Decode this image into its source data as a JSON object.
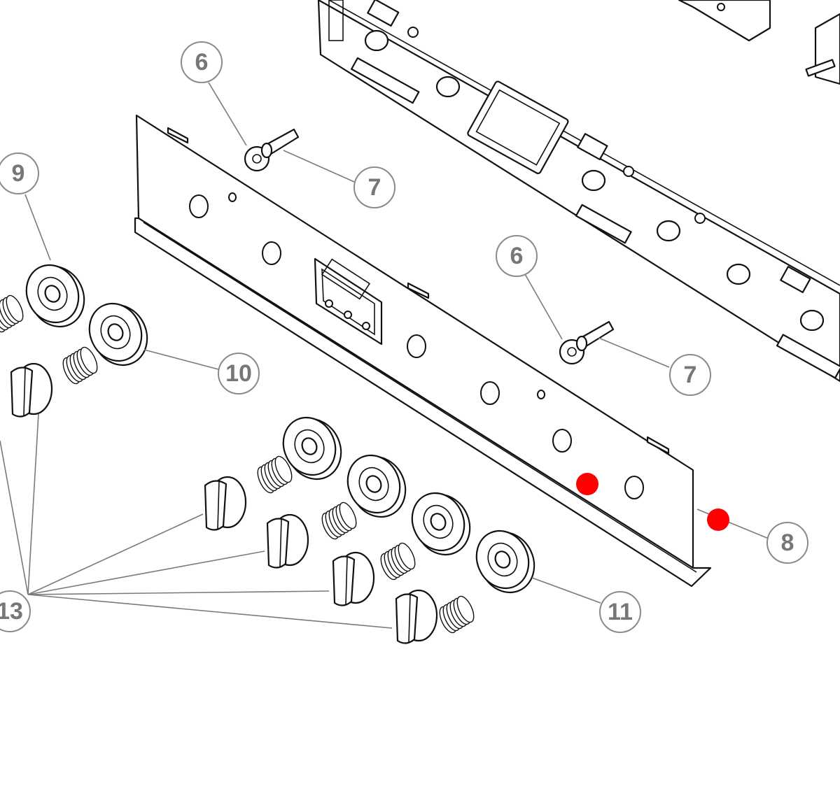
{
  "callouts": [
    {
      "id": "c6a",
      "label": "6"
    },
    {
      "id": "c7a",
      "label": "7"
    },
    {
      "id": "c9",
      "label": "9"
    },
    {
      "id": "c6b",
      "label": "6"
    },
    {
      "id": "c10",
      "label": "10"
    },
    {
      "id": "c7b",
      "label": "7"
    },
    {
      "id": "c8",
      "label": "8"
    },
    {
      "id": "c11",
      "label": "11"
    },
    {
      "id": "c13",
      "label": "13"
    }
  ],
  "colors": {
    "line": "#111111",
    "leader": "#7a7a7a",
    "callout_text": "#777777",
    "marker": "#ff0000"
  }
}
